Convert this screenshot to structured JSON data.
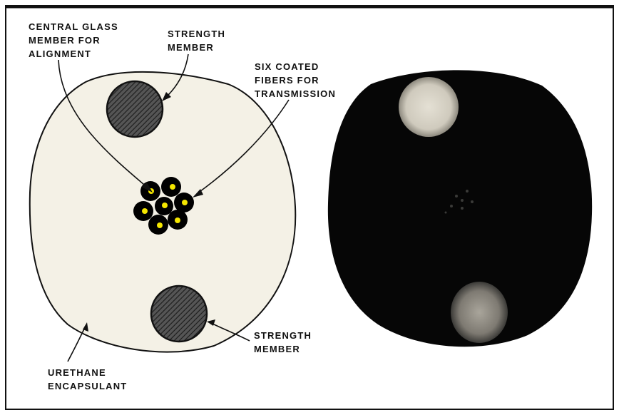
{
  "labels": {
    "central_glass": [
      "CENTRAL GLASS",
      "MEMBER FOR",
      "ALIGNMENT"
    ],
    "strength_top": [
      "STRENGTH",
      "MEMBER"
    ],
    "six_fibers": [
      "SIX COATED",
      "FIBERS FOR",
      "TRANSMISSION"
    ],
    "strength_bottom": [
      "STRENGTH",
      "MEMBER"
    ],
    "urethane": [
      "URETHANE",
      "ENCAPSULANT"
    ]
  },
  "colors": {
    "frame": "#111111",
    "encapsulant": "#f4f1e6",
    "fiber_coating": "#000000",
    "fiber_core": "#f4e600",
    "photo_background": "#060606",
    "photo_strength_member": "#cfcabd"
  },
  "components": {
    "fiber_count": 6,
    "central_members": 1,
    "strength_members": 2
  }
}
